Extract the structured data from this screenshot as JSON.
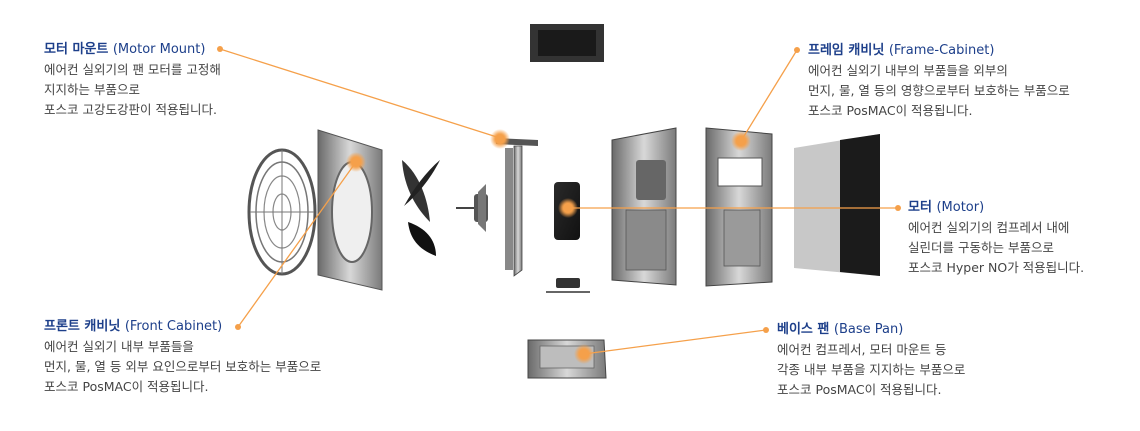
{
  "colors": {
    "accent": "#f5a04a",
    "title": "#1d3f8a",
    "text": "#444444"
  },
  "callouts": {
    "motor_mount": {
      "title_ko": "모터 마운트",
      "title_en": "(Motor Mount)",
      "lines": [
        "에어컨 실외기의 팬 모터를 고정해",
        "지지하는 부품으로",
        "포스코 고강도강판이 적용됩니다."
      ]
    },
    "frame_cabinet": {
      "title_ko": "프레임 캐비닛",
      "title_en": "(Frame-Cabinet)",
      "lines": [
        "에어컨 실외기 내부의 부품들을 외부의",
        "먼지, 물, 열 등의 영향으로부터 보호하는 부품으로",
        "포스코 PosMAC이 적용됩니다."
      ]
    },
    "motor": {
      "title_ko": "모터",
      "title_en": "(Motor)",
      "lines": [
        "에어컨 실외기의 컴프레서 내에",
        "실린더를 구동하는 부품으로",
        "포스코 Hyper NO가 적용됩니다."
      ]
    },
    "front_cabinet": {
      "title_ko": "프론트 캐비닛",
      "title_en": "(Front Cabinet)",
      "lines": [
        "에어컨 실외기 내부 부품들을",
        "먼지, 물, 열 등 외부 요인으로부터 보호하는 부품으로",
        "포스코 PosMAC이 적용됩니다."
      ]
    },
    "base_pan": {
      "title_ko": "베이스 팬",
      "title_en": "(Base Pan)",
      "lines": [
        "에어컨 컴프레서, 모터 마운트 등",
        "각종 내부 부품을 지지하는 부품으로",
        "포스코 PosMAC이 적용됩니다."
      ]
    }
  }
}
